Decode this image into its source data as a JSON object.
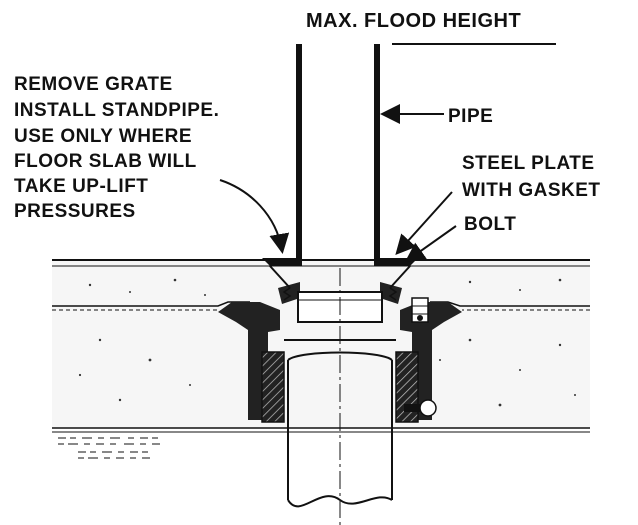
{
  "labels": {
    "flood_height": "MAX. FLOOD HEIGHT",
    "remove_grate": [
      "REMOVE GRATE",
      "INSTALL STANDPIPE.",
      "USE ONLY WHERE",
      "FLOOR SLAB WILL",
      "TAKE UP-LIFT",
      "PRESSURES"
    ],
    "pipe": "PIPE",
    "steel_plate": [
      "STEEL PLATE",
      "WITH GASKET"
    ],
    "bolt": "BOLT"
  },
  "colors": {
    "ink": "#111111",
    "paper": "#ffffff",
    "concrete": "#f4f4f4"
  }
}
